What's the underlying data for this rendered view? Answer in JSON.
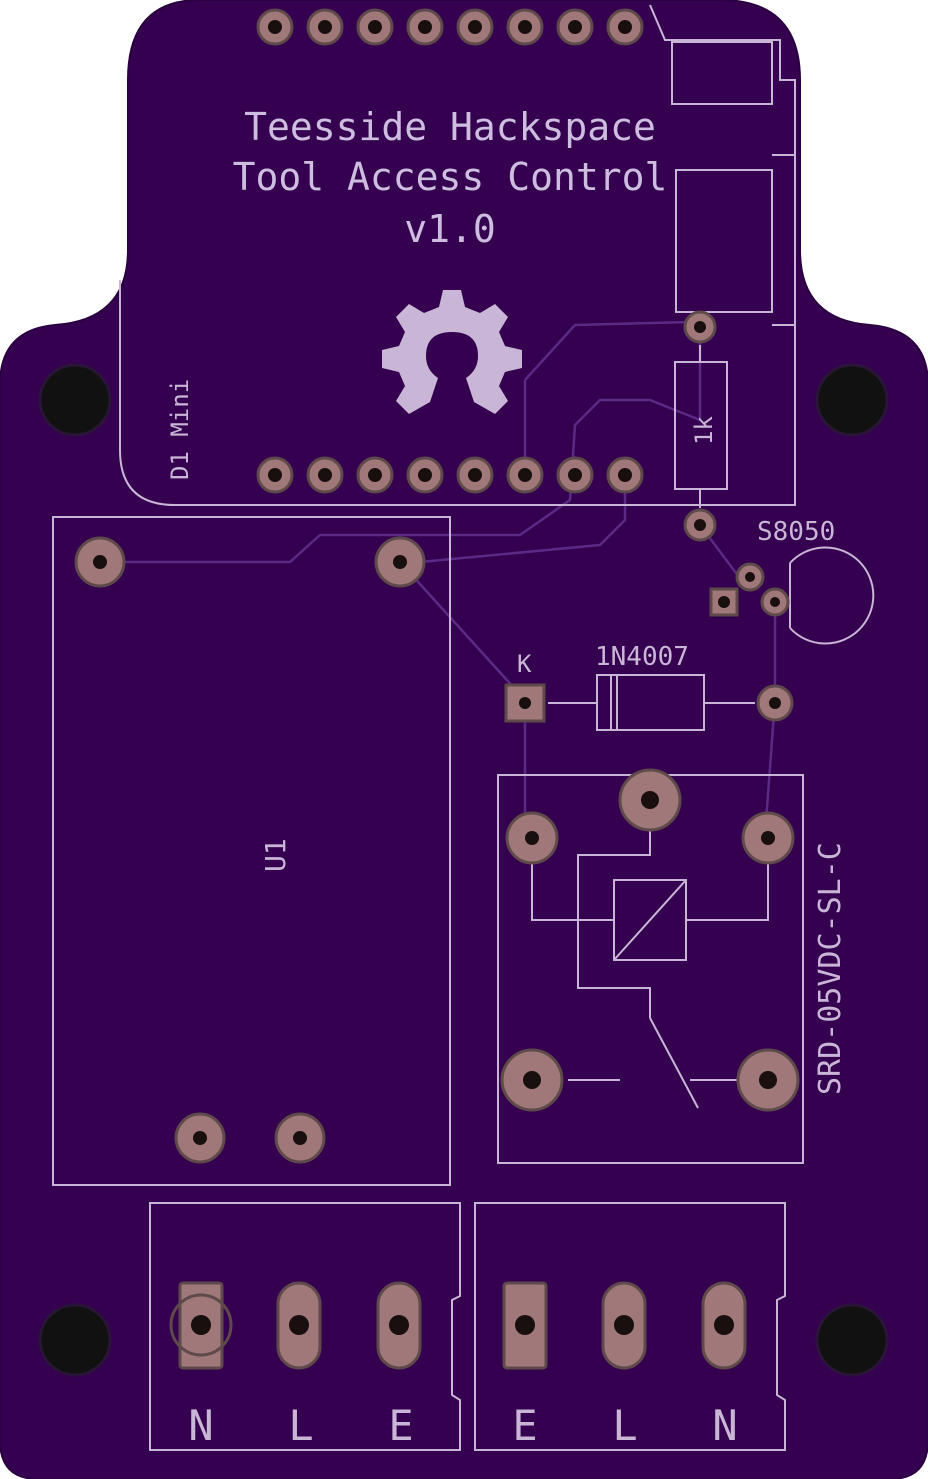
{
  "board": {
    "colors": {
      "substrate": "#34004f",
      "silkscreen": "#c9b6d6",
      "copper_pad": "#a0787a",
      "trace": "#5a2a86",
      "logo": "#c9b6d6",
      "mount_hole": "#111111"
    },
    "title": {
      "line1": "Teesside Hackspace",
      "line2": "Tool Access Control",
      "line3": "v1.0"
    },
    "logo_icon": "open-source-hardware-gear-icon",
    "labels": {
      "d1_mini": "D1 Mini",
      "resistor": "1k",
      "transistor": "S8050",
      "diode": "1N4007",
      "diode_cathode": "K",
      "module": "U1",
      "relay": "SRD-05VDC-SL-C"
    },
    "terminal_left": [
      "N",
      "L",
      "E"
    ],
    "terminal_right": [
      "E",
      "L",
      "N"
    ]
  }
}
